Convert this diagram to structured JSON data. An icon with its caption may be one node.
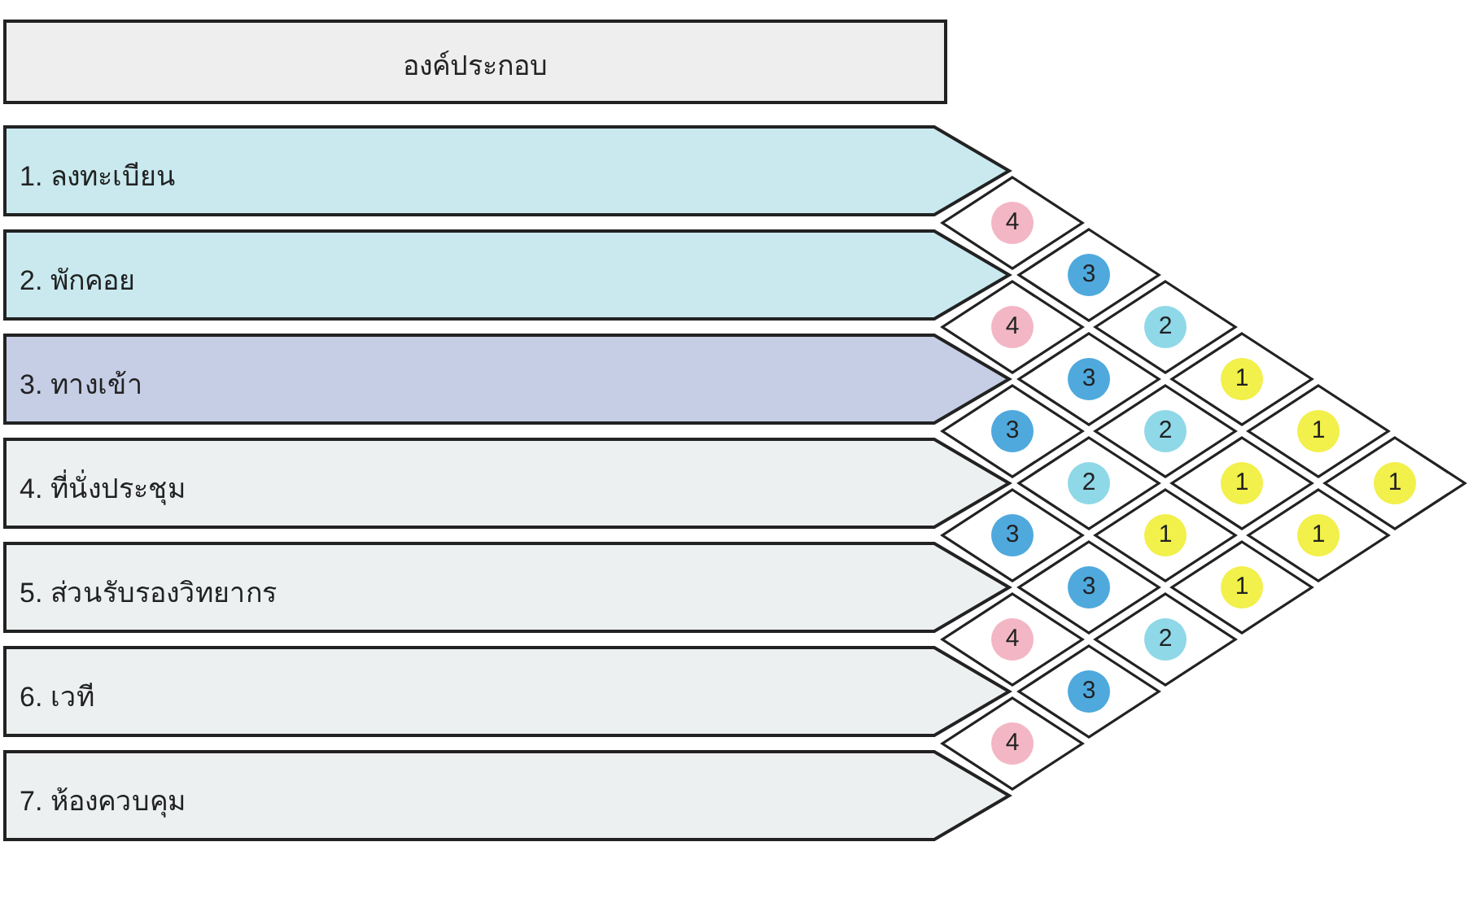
{
  "diagram": {
    "nodes": [
      {
        "text": [
          "องค์ประกอบ"
        ]
      },
      {
        "text": [
          "1. ลงทะเบียน"
        ]
      },
      {
        "text": [
          "2. พักคอย"
        ]
      },
      {
        "text": [
          "3. ทางเข้า"
        ]
      },
      {
        "text": [
          "4. ที่นั่งประชุม"
        ]
      },
      {
        "text": [
          "5. ส่วนรับรองวิทยากร"
        ]
      },
      {
        "text": [
          "6. เวที"
        ]
      },
      {
        "text": [
          "7. ห้องควบคุม"
        ]
      },
      {
        "text": [
          "4"
        ]
      },
      {
        "text": [
          "3"
        ]
      },
      {
        "text": [
          "4"
        ]
      },
      {
        "text": [
          "2"
        ]
      },
      {
        "text": [
          "3"
        ]
      },
      {
        "text": [
          "1"
        ]
      },
      {
        "text": [
          "3"
        ]
      },
      {
        "text": [
          "2"
        ]
      },
      {
        "text": [
          "1"
        ]
      },
      {
        "text": [
          "2"
        ]
      },
      {
        "text": [
          "1"
        ]
      },
      {
        "text": [
          "1"
        ]
      },
      {
        "text": [
          "3"
        ]
      },
      {
        "text": [
          "1"
        ]
      },
      {
        "text": [
          "1"
        ]
      },
      {
        "text": [
          "3"
        ]
      },
      {
        "text": [
          "1"
        ]
      },
      {
        "text": [
          "4"
        ]
      },
      {
        "text": [
          "2"
        ]
      },
      {
        "text": [
          "3"
        ]
      },
      {
        "text": [
          "4"
        ]
      }
    ]
  }
}
